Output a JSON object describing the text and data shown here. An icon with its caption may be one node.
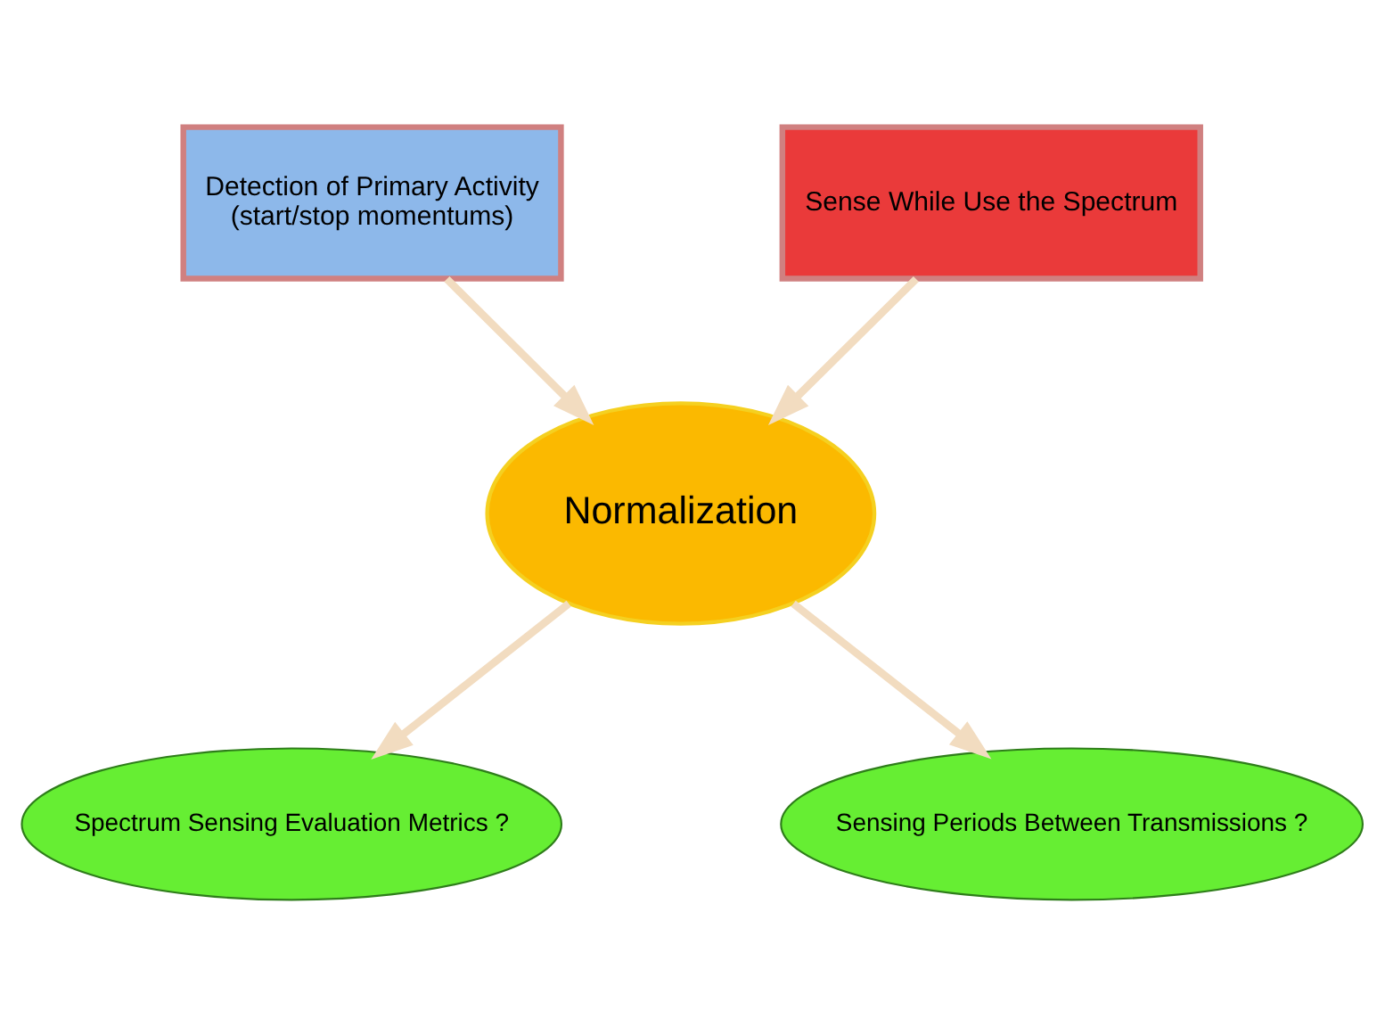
{
  "diagram": {
    "nodes": [
      {
        "text": [
          "Detection of Primary Activity",
          "(start/stop momentums)"
        ]
      },
      {
        "text": [
          "Sense While Use the Spectrum"
        ]
      },
      {
        "text": [
          "Normalization"
        ]
      },
      {
        "text": [
          "Spectrum Sensing Evaluation Metrics ?"
        ]
      },
      {
        "text": [
          "Sensing Periods Between Transmissions ?"
        ]
      }
    ],
    "edges": [
      {
        "from": 0,
        "to": 2,
        "arrow": "to"
      },
      {
        "from": 1,
        "to": 2,
        "arrow": "to"
      },
      {
        "from": 2,
        "to": 3,
        "arrow": "to"
      },
      {
        "from": 2,
        "to": 4,
        "arrow": "to"
      }
    ]
  }
}
